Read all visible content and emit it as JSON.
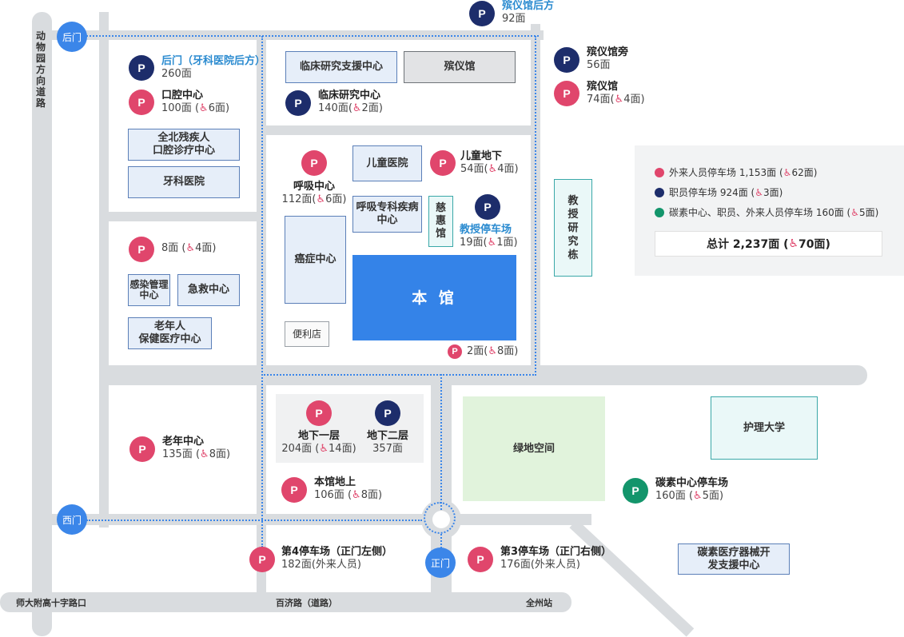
{
  "roads": {
    "left_road": "动物园方向道路",
    "bottom_left": "师大附高十字路口",
    "bottom_center": "百济路（道路）",
    "bottom_right": "全州站"
  },
  "gates": {
    "back": "后门",
    "west": "西门",
    "main": "正门"
  },
  "buildings": {
    "clinical_support": "临床研究支援中心",
    "funeral_hall": "殡仪馆",
    "disabled_dental": "全北残疾人\n口腔诊疗中心",
    "dental_hospital": "牙科医院",
    "children_hospital": "儿童医院",
    "respiratory_center": "呼吸专科疾病\n中心",
    "cihui": "慈\n惠\n馆",
    "cancer_center": "癌症中心",
    "main_building": "本 馆",
    "convenience_store": "便利店",
    "infection": "感染管理\n中心",
    "emergency": "急救中心",
    "elderly_care": "老年人\n保健医疗中心",
    "professor_building": "教\n授\n研\n究\n栋",
    "green_space": "绿地空间",
    "nursing_college": "护理大学",
    "carbon_device_center": "碳素医疗器械开\n发支援中心"
  },
  "parking": {
    "funeral_back": {
      "name": "殡仪馆后方",
      "count": "92面"
    },
    "funeral_side": {
      "name": "殡仪馆旁",
      "count": "56面"
    },
    "funeral": {
      "name": "殡仪馆",
      "count": "74面(",
      "accessible": "4面)"
    },
    "back_gate": {
      "name": "后门（牙科医院后方）",
      "count": "260面"
    },
    "oral_center": {
      "name": "口腔中心",
      "count": "100面 (",
      "accessible": "6面)"
    },
    "clinical_center": {
      "name": "临床研究中心",
      "count": "140面(",
      "accessible": "2面)"
    },
    "respiratory": {
      "name": "呼吸中心",
      "count": "112面(",
      "accessible": "6面)"
    },
    "children_underground": {
      "name": "儿童地下",
      "count": "54面(",
      "accessible": "4面)"
    },
    "professor_parking": {
      "name": "教授停车场",
      "count": "19面(",
      "accessible": "1面)"
    },
    "infection_area": {
      "count": "8面 (",
      "accessible": "4面)"
    },
    "main_small": {
      "count": "2面(",
      "accessible": "8面)"
    },
    "b1": {
      "name": "地下一层",
      "count": "204面 (",
      "accessible": "14面)"
    },
    "b2": {
      "name": "地下二层",
      "count": "357面"
    },
    "elderly_center": {
      "name": "老年中心",
      "count": "135面 (",
      "accessible": "8面)"
    },
    "main_ground": {
      "name": "本馆地上",
      "count": "106面 (",
      "accessible": "8面)"
    },
    "lot4": {
      "name": "第4停车场（正门左侧）",
      "count": "182面(外来人员)"
    },
    "lot3": {
      "name": "第3停车场（正门右侧）",
      "count": "176面(外来人员)"
    },
    "carbon_parking": {
      "name": "碳素中心停车场",
      "count": "160面 (",
      "accessible": "5面)"
    }
  },
  "legend": {
    "items": [
      {
        "text": "外来人员停车场 1,153面 (",
        "accessible": "62面)",
        "color": "#e0466c"
      },
      {
        "text": "职员停车场 924面 (",
        "accessible": "3面)",
        "color": "#1d2d6b"
      },
      {
        "text": "碳素中心、职员、外来人员停车场 160面 (",
        "accessible": "5面)",
        "color": "#13956b"
      }
    ],
    "total_prefix": "总计 2,237面 (",
    "total_accessible": "70面)"
  },
  "icons": {
    "parking": "P",
    "wheelchair": "♿"
  }
}
